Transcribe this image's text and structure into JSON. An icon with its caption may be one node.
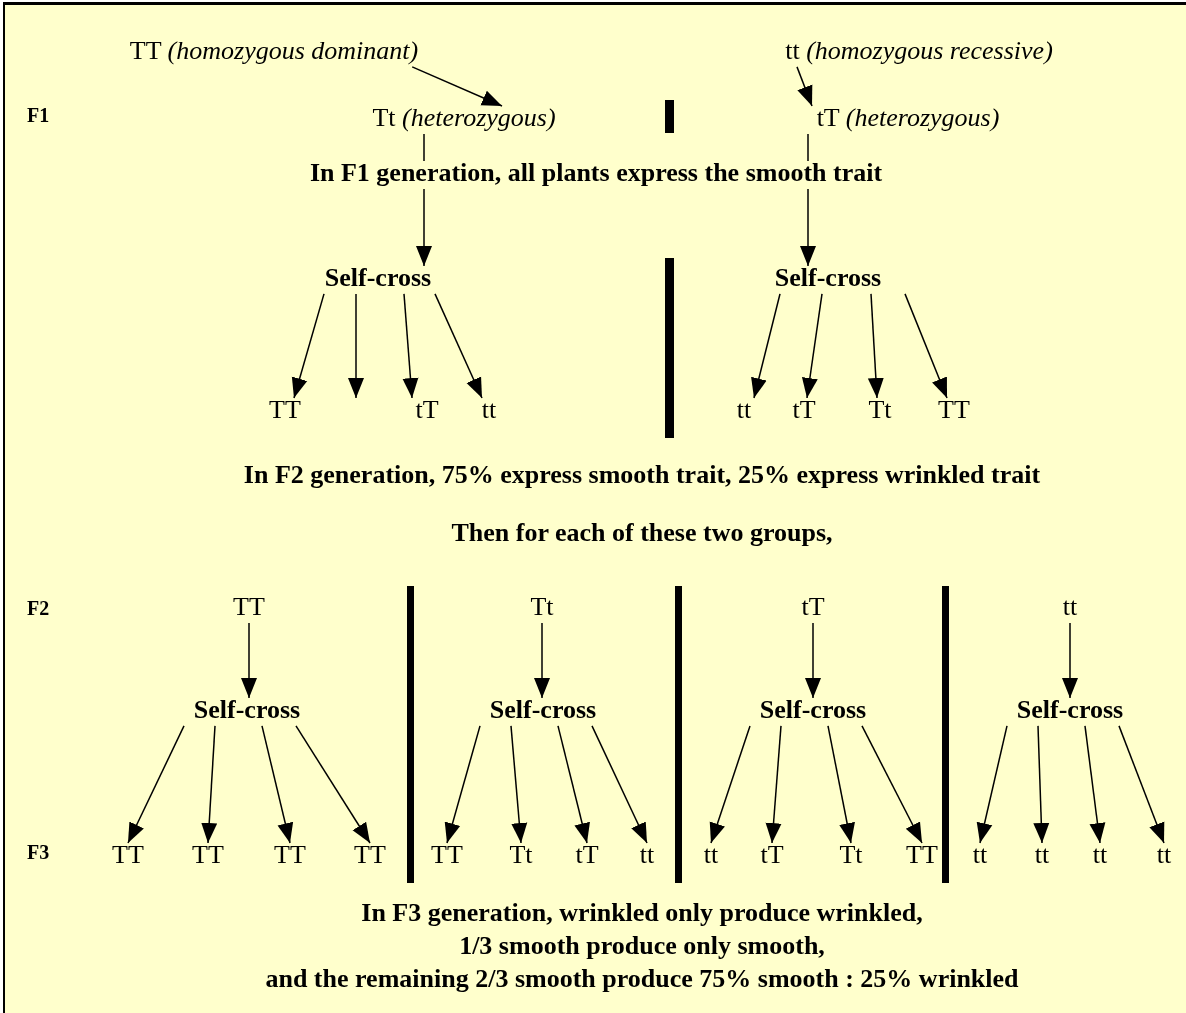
{
  "diagram": {
    "nodes": [
      {
        "text": [
          "TT *(homozygous dominant)*"
        ]
      },
      {
        "text": [
          "tt *(homozygous recessive)*"
        ]
      },
      {
        "text": [
          "Tt *(heterozygous)*"
        ]
      },
      {
        "text": [
          "tT *(heterozygous)*"
        ]
      },
      {
        "text": [
          "In F1 generation, all plants express the smooth trait"
        ]
      },
      {
        "text": [
          "Self-cross"
        ]
      },
      {
        "text": [
          "Self-cross"
        ]
      },
      {
        "text": [
          "TT"
        ]
      },
      {
        "text": [
          "tT"
        ]
      },
      {
        "text": [
          "tt"
        ]
      },
      {
        "text": [
          "tt"
        ]
      },
      {
        "text": [
          "tT"
        ]
      },
      {
        "text": [
          "Tt"
        ]
      },
      {
        "text": [
          "TT"
        ]
      },
      {
        "text": [
          "TT"
        ]
      },
      {
        "text": [
          "Tt"
        ]
      },
      {
        "text": [
          "tT"
        ]
      },
      {
        "text": [
          "tt"
        ]
      },
      {
        "text": [
          "Self-cross"
        ]
      },
      {
        "text": [
          "Self-cross"
        ]
      },
      {
        "text": [
          "Self-cross"
        ]
      },
      {
        "text": [
          "Self-cross"
        ]
      },
      {
        "text": [
          "TT"
        ]
      },
      {
        "text": [
          "TT"
        ]
      },
      {
        "text": [
          "TT"
        ]
      },
      {
        "text": [
          "TT"
        ]
      },
      {
        "text": [
          "TT"
        ]
      },
      {
        "text": [
          "Tt"
        ]
      },
      {
        "text": [
          "tT"
        ]
      },
      {
        "text": [
          "tt"
        ]
      },
      {
        "text": [
          "tt"
        ]
      },
      {
        "text": [
          "tT"
        ]
      },
      {
        "text": [
          "Tt"
        ]
      },
      {
        "text": [
          "TT"
        ]
      },
      {
        "text": [
          "tt"
        ]
      },
      {
        "text": [
          "tt"
        ]
      },
      {
        "text": [
          "tt"
        ]
      },
      {
        "text": [
          "tt"
        ]
      }
    ],
    "edges": [
      {
        "from": 0,
        "to": 2,
        "arrow": "to"
      },
      {
        "from": 1,
        "to": 3,
        "arrow": "to"
      },
      {
        "from": 2,
        "to": 4,
        "arrow": "none"
      },
      {
        "from": 3,
        "to": 4,
        "arrow": "none"
      },
      {
        "from": 4,
        "to": 5,
        "arrow": "to"
      },
      {
        "from": 4,
        "to": 6,
        "arrow": "to"
      },
      {
        "from": 5,
        "to": 7,
        "arrow": "to"
      },
      {
        "from": 5,
        "to": null,
        "arrow": "to"
      },
      {
        "from": 5,
        "to": 8,
        "arrow": "to"
      },
      {
        "from": 5,
        "to": 9,
        "arrow": "to"
      },
      {
        "from": 6,
        "to": 10,
        "arrow": "to"
      },
      {
        "from": 6,
        "to": 11,
        "arrow": "to"
      },
      {
        "from": 6,
        "to": 12,
        "arrow": "to"
      },
      {
        "from": 6,
        "to": 13,
        "arrow": "to"
      },
      {
        "from": 14,
        "to": 18,
        "arrow": "to"
      },
      {
        "from": 15,
        "to": 19,
        "arrow": "to"
      },
      {
        "from": 16,
        "to": 20,
        "arrow": "to"
      },
      {
        "from": 17,
        "to": 21,
        "arrow": "to"
      },
      {
        "from": 18,
        "to": 22,
        "arrow": "to"
      },
      {
        "from": 18,
        "to": 23,
        "arrow": "to"
      },
      {
        "from": 18,
        "to": 24,
        "arrow": "to"
      },
      {
        "from": 18,
        "to": 25,
        "arrow": "to"
      },
      {
        "from": 19,
        "to": 26,
        "arrow": "to"
      },
      {
        "from": 19,
        "to": 27,
        "arrow": "to"
      },
      {
        "from": 19,
        "to": 28,
        "arrow": "to"
      },
      {
        "from": 19,
        "to": 29,
        "arrow": "to"
      },
      {
        "from": 20,
        "to": 30,
        "arrow": "to"
      },
      {
        "from": 20,
        "to": 31,
        "arrow": "to"
      },
      {
        "from": 20,
        "to": 32,
        "arrow": "to"
      },
      {
        "from": 20,
        "to": 33,
        "arrow": "to"
      },
      {
        "from": 21,
        "to": 34,
        "arrow": "to"
      },
      {
        "from": 21,
        "to": 35,
        "arrow": "to"
      },
      {
        "from": 21,
        "to": 36,
        "arrow": "to"
      },
      {
        "from": 21,
        "to": 37,
        "arrow": "to"
      }
    ],
    "labels": [
      "F1",
      "In F2 generation, 75% express smooth trait, 25% express wrinkled trait",
      "Then for each of these two groups,",
      "F2",
      "F3",
      "In F3 generation, wrinkled only produce wrinkled,",
      "1/3 smooth produce only smooth,",
      "and the remaining 2/3 smooth produce 75% smooth : 25% wrinkled"
    ]
  }
}
